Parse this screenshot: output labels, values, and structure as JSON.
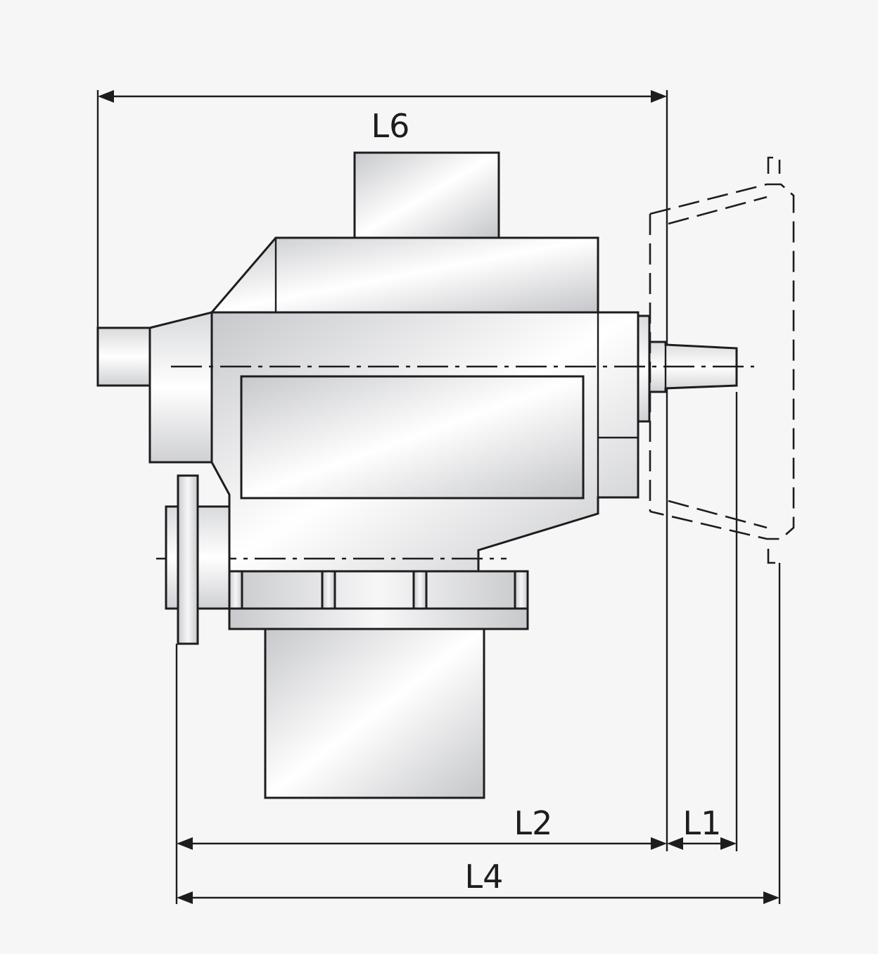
{
  "dimensions": {
    "L6": "L6",
    "L2": "L2",
    "L1": "L1",
    "L4": "L4"
  },
  "colors": {
    "background": "#f6f6f7",
    "line": "#1d1d1f",
    "body_fill_light": "#ffffff",
    "body_fill_dark": "#c9cacd"
  }
}
